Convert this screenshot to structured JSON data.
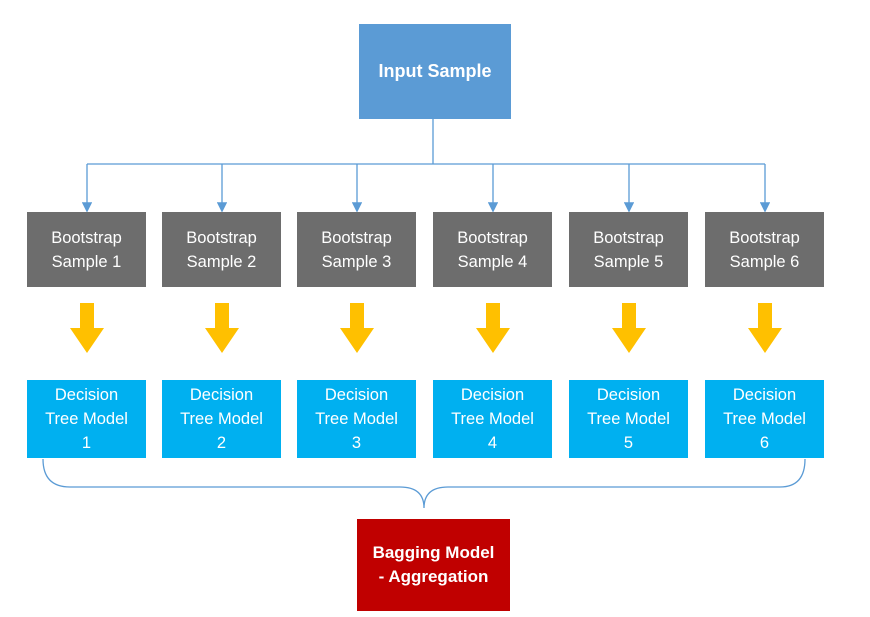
{
  "input": {
    "label": "Input Sample"
  },
  "bootstraps": [
    {
      "line1": "Bootstrap",
      "line2": "Sample 1"
    },
    {
      "line1": "Bootstrap",
      "line2": "Sample 2"
    },
    {
      "line1": "Bootstrap",
      "line2": "Sample 3"
    },
    {
      "line1": "Bootstrap",
      "line2": "Sample 4"
    },
    {
      "line1": "Bootstrap",
      "line2": "Sample 5"
    },
    {
      "line1": "Bootstrap",
      "line2": "Sample 6"
    }
  ],
  "models": [
    {
      "line1": "Decision",
      "line2": "Tree Model",
      "line3": "1"
    },
    {
      "line1": "Decision",
      "line2": "Tree Model",
      "line3": "2"
    },
    {
      "line1": "Decision",
      "line2": "Tree Model",
      "line3": "3"
    },
    {
      "line1": "Decision",
      "line2": "Tree Model",
      "line3": "4"
    },
    {
      "line1": "Decision",
      "line2": "Tree Model",
      "line3": "5"
    },
    {
      "line1": "Decision",
      "line2": "Tree Model",
      "line3": "6"
    }
  ],
  "aggregate": {
    "line1": "Bagging Model",
    "line2": "- Aggregation"
  },
  "colors": {
    "input": "#5b9bd5",
    "bootstrap": "#6d6d6d",
    "model": "#00b0f0",
    "aggregate": "#c00000",
    "arrow": "#ffc000",
    "connector": "#5b9bd5"
  }
}
